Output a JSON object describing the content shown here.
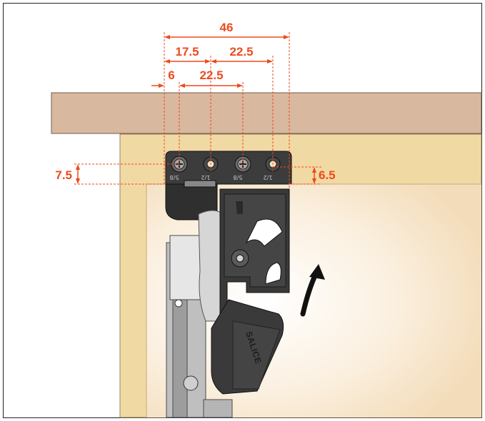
{
  "dimensions": {
    "overall_width": "46",
    "left_offset": "17.5",
    "right_spacing": "22.5",
    "edge_offset": "6",
    "inner_spacing": "22.5",
    "left_height": "7.5",
    "right_height": "6.5"
  },
  "plate_marks": [
    "5/8",
    "1/2",
    "5/8",
    "1/2"
  ],
  "brand": "SALICE",
  "icons": [
    "rotation-arrow-icon"
  ],
  "colors": {
    "dimension": "#ee4a1c",
    "countertop": "#d8b9a0",
    "cabinet_panel": "#f1d9a4",
    "hinge_metal": "#2e2e2e",
    "slide": "#bdbdbd"
  }
}
